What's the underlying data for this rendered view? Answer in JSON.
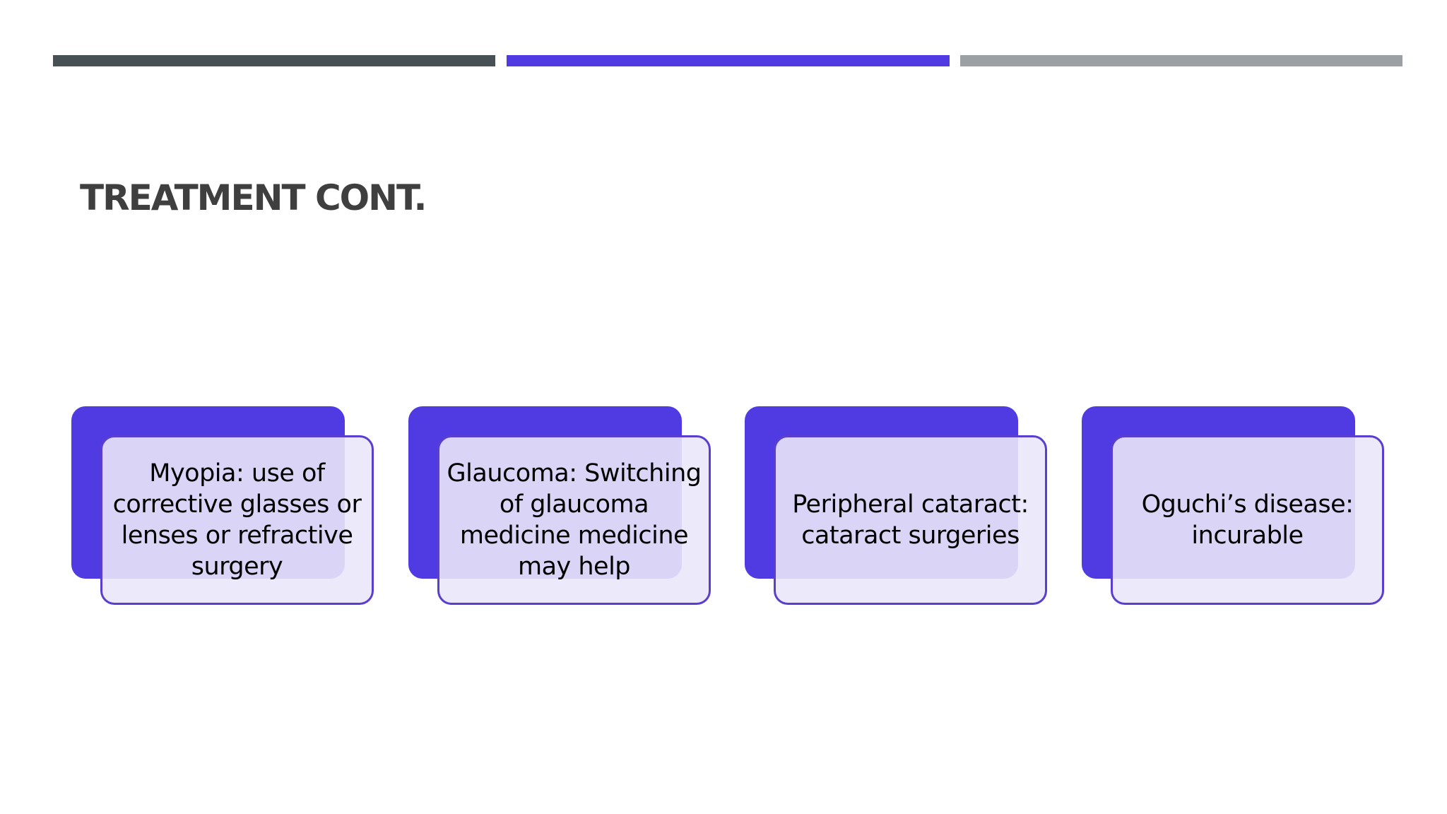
{
  "colors": {
    "bar_dark": "#465055",
    "bar_accent": "#4F3BE1",
    "bar_grey": "#9AA0A3",
    "title": "#3F3F3F",
    "card_back": "#4F3BE1",
    "card_front_fill": "rgba(233,231,250,0.90)",
    "card_border": "#5A3FCF",
    "card_text": "#000000"
  },
  "slide": {
    "title": "TREATMENT CONT."
  },
  "cards": [
    {
      "text": "Myopia: use of corrective glasses or lenses or refractive surgery"
    },
    {
      "text": "Glaucoma: Switching of glaucoma medicine medicine may help"
    },
    {
      "text": "Peripheral cataract: cataract surgeries"
    },
    {
      "text": "Oguchi’s disease: incurable"
    }
  ]
}
